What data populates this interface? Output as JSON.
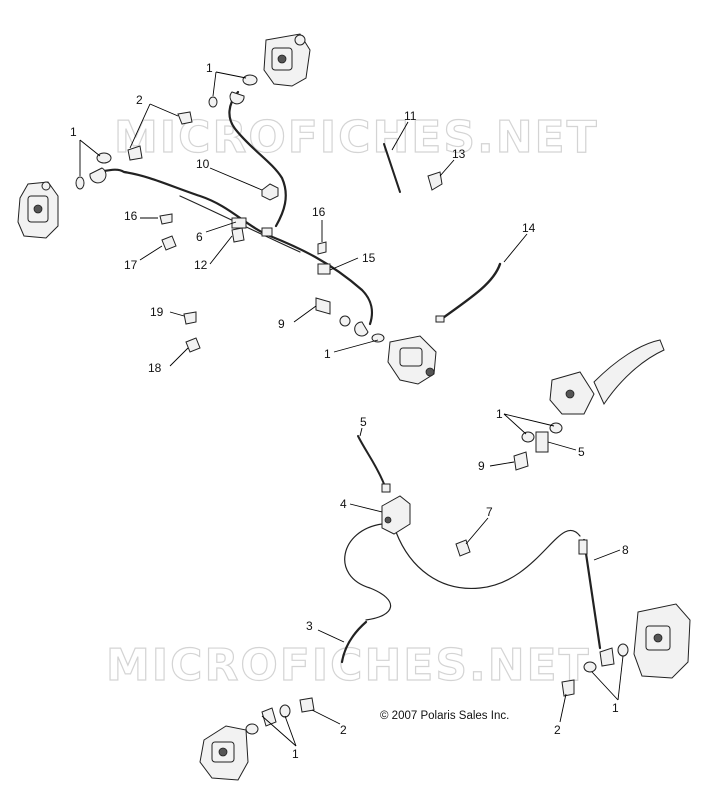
{
  "watermarks": [
    "MICROFICHES.NET",
    "MICROFICHES.NET"
  ],
  "copyright": "© 2007 Polaris Sales Inc.",
  "callouts": {
    "c1a": "1",
    "c2a": "2",
    "c1b": "1",
    "c10": "10",
    "c6": "6",
    "c16a": "16",
    "c17": "17",
    "c12": "12",
    "c16b": "16",
    "c15": "15",
    "c11": "11",
    "c13": "13",
    "c14": "14",
    "c9a": "9",
    "c1c": "1",
    "c19": "19",
    "c18": "18",
    "c1d": "1",
    "c5a": "5",
    "c9b": "9",
    "c5b": "5",
    "c4": "4",
    "c7": "7",
    "c8": "8",
    "c3": "3",
    "c2b": "2",
    "c1e": "1",
    "c2c": "2",
    "c1f": "1"
  }
}
